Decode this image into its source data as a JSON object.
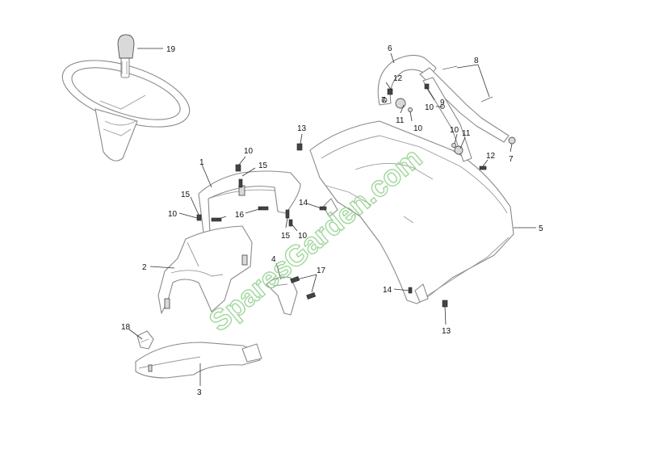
{
  "watermark": "SparesGarden.com",
  "colors": {
    "line": "#8a8a8a",
    "label": "#111111",
    "watermark": "#8fd08a"
  },
  "callouts": [
    "19",
    "1",
    "2",
    "3",
    "4",
    "5",
    "6",
    "7",
    "8",
    "9",
    "10",
    "11",
    "12",
    "13",
    "14",
    "15",
    "16",
    "17",
    "18"
  ],
  "labels": {
    "c19": "19",
    "c6": "6",
    "c8": "8",
    "c12a": "12",
    "c7a": "7",
    "c9": "9",
    "c11a": "11",
    "c10a": "10",
    "c10b": "10",
    "c10c": "10",
    "c11b": "11",
    "c7b": "7",
    "c12b": "12",
    "c13a": "13",
    "c10d": "10",
    "c15a": "15",
    "c1": "1",
    "c15b": "15",
    "c10e": "10",
    "c16": "16",
    "c14a": "14",
    "c15c": "15",
    "c10f": "10",
    "c5": "5",
    "c2": "2",
    "c4": "4",
    "c17": "17",
    "c14b": "14",
    "c13b": "13",
    "c18": "18",
    "c3": "3"
  }
}
